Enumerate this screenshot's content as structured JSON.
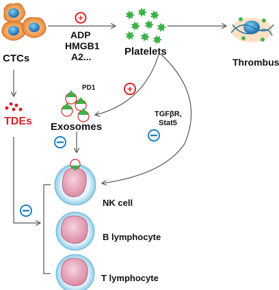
{
  "diagram": {
    "ctcs_label": "CTCs",
    "mediators": [
      "ADP",
      "HMGB1",
      "A2..."
    ],
    "platelets_label": "Platelets",
    "thrombus_label": "Thrombus",
    "tdes_label": "TDEs",
    "exosomes_label": "Exosomes",
    "pd1_label": "PD1",
    "tgf_label_line1": "TGFβR,",
    "tgf_label_line2": "Stat5",
    "nk_label": "NK cell",
    "b_label": "B lymphocyte",
    "t_label": "T lymphocyte",
    "plus_sign": "+",
    "minus_sign": "−"
  },
  "colors": {
    "promote": "#e02020",
    "inhibit": "#1a7fc8",
    "platelet": "#3fb04a",
    "ctc_orange": "#f2a65a",
    "tde_red": "#d81f26",
    "lymphocyte_pink": "#e8a3b8",
    "lymphocyte_blue": "#bde1f2",
    "arrow": "#555555"
  }
}
